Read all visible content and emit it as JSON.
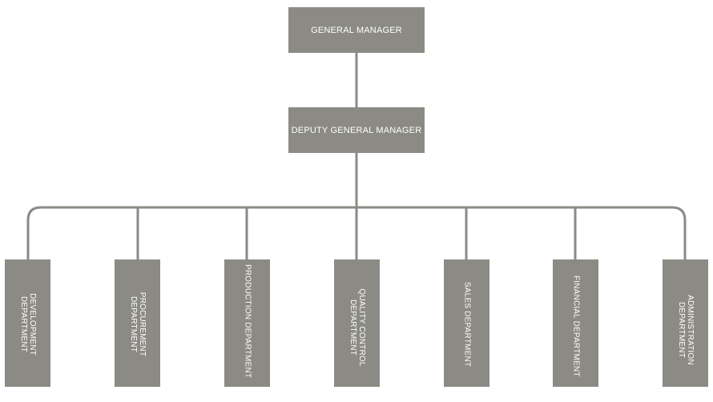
{
  "chart": {
    "top": {
      "label": "GENERAL MANAGER"
    },
    "deputy": {
      "label": "DEPUTY GENERAL MANAGER"
    },
    "departments": [
      {
        "label": "DEVELOPMENT DEPARTMENT"
      },
      {
        "label": "PROCUREMENT DEPARTMENT"
      },
      {
        "label": "PRODUCTION DEPARTMENT"
      },
      {
        "label": "QUALITY CONTROL DEPARTMENT"
      },
      {
        "label": "SALES DEPARTMENT"
      },
      {
        "label": "FINANCIAL DEPARTMENT"
      },
      {
        "label": "ADMINISTRATION DEPARTMENT"
      }
    ]
  },
  "colors": {
    "box_fill": "#8b8a84",
    "line": "#8b8a84",
    "text": "#ffffff"
  }
}
